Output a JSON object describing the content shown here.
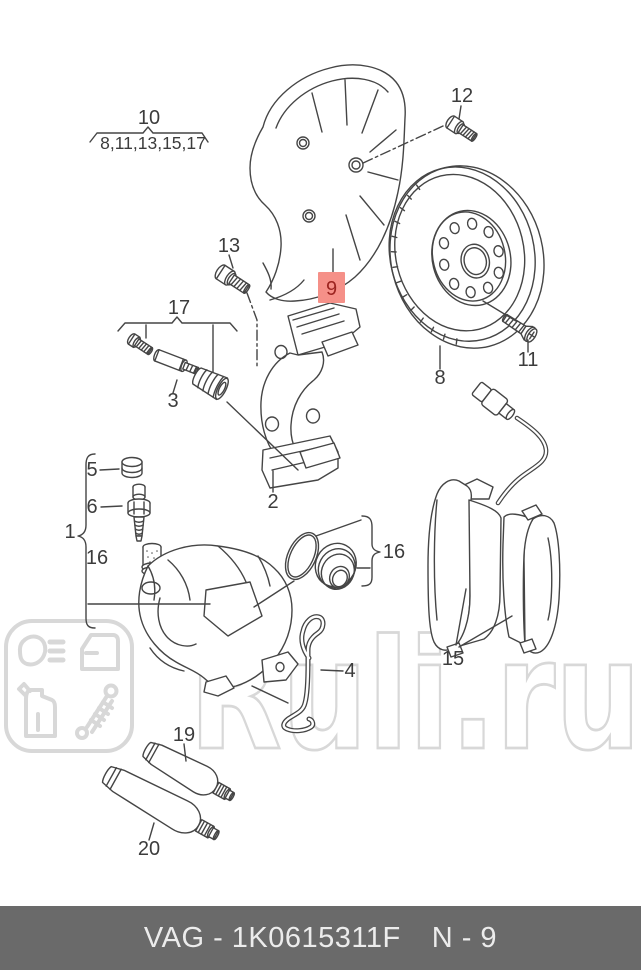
{
  "diagram": {
    "line_color": "#454545",
    "label_color": "#3c3c3c",
    "highlighted_part": "9",
    "highlight_colors": {
      "bg": "#f59088",
      "text": "#9c2420"
    },
    "callouts": {
      "c10": "10",
      "c10_group": "8,11,13,15,17",
      "c12": "12",
      "c13": "13",
      "c17": "17",
      "c3": "3",
      "c9": "9",
      "c8": "8",
      "c11": "11",
      "c2": "2",
      "c1": "1",
      "c5": "5",
      "c6": "6",
      "c16_left": "16",
      "c16_right": "16",
      "c4": "4",
      "c15": "15",
      "c19": "19",
      "c20": "20"
    }
  },
  "watermark": {
    "text": "Ruli.ru",
    "color": "#d8d8d8",
    "logo_icons": [
      "headlight-icon",
      "grille-bars-icon",
      "car-door-icon",
      "oil-canister-icon",
      "shock-absorber-icon"
    ]
  },
  "footer": {
    "part_code": "VAG - 1K0615311F",
    "page_code": "N - 9",
    "bg": "#6a6a6a",
    "text_color": "#ececec"
  }
}
